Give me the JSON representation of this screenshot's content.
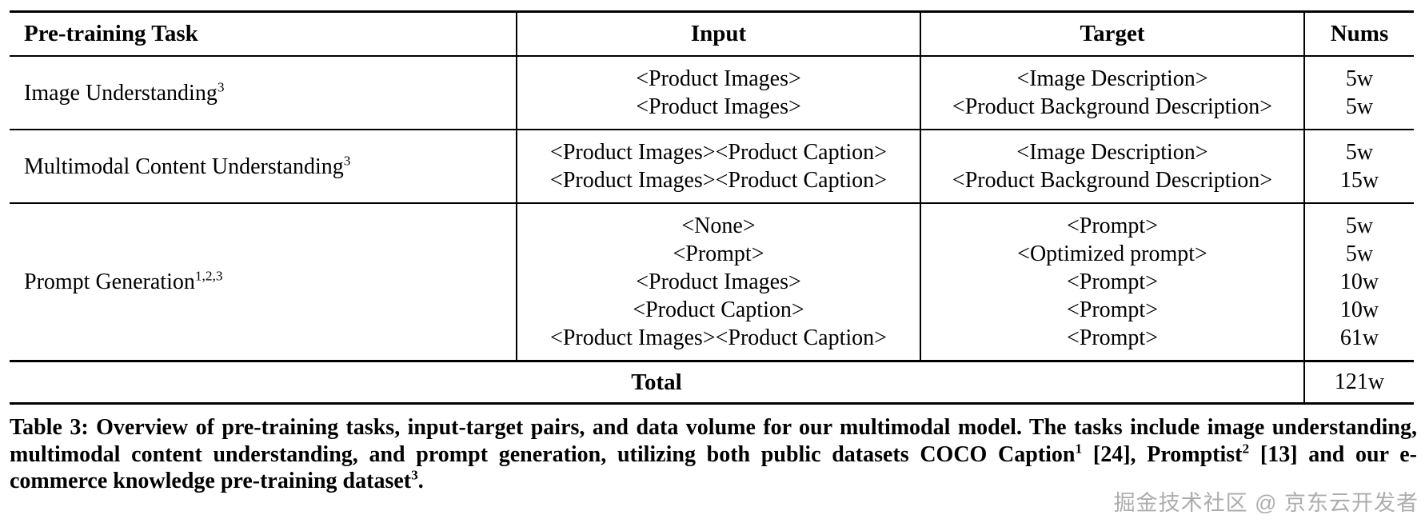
{
  "table": {
    "headers": {
      "task": "Pre-training Task",
      "input": "Input",
      "target": "Target",
      "nums": "Nums"
    },
    "groups": [
      {
        "task": "Image Understanding",
        "task_sup": "3",
        "rows": [
          {
            "input": "<Product Images>",
            "target": "<Image Description>",
            "nums": "5w"
          },
          {
            "input": "<Product Images>",
            "target": "<Product Background Description>",
            "nums": "5w"
          }
        ]
      },
      {
        "task": "Multimodal Content Understanding",
        "task_sup": "3",
        "rows": [
          {
            "input": "<Product Images><Product Caption>",
            "target": "<Image Description>",
            "nums": "5w"
          },
          {
            "input": "<Product Images><Product Caption>",
            "target": "<Product Background Description>",
            "nums": "15w"
          }
        ]
      },
      {
        "task": "Prompt Generation",
        "task_sup": "1,2,3",
        "rows": [
          {
            "input": "<None>",
            "target": "<Prompt>",
            "nums": "5w"
          },
          {
            "input": "<Prompt>",
            "target": "<Optimized prompt>",
            "nums": "5w"
          },
          {
            "input": "<Product Images>",
            "target": "<Prompt>",
            "nums": "10w"
          },
          {
            "input": "<Product Caption>",
            "target": "<Prompt>",
            "nums": "10w"
          },
          {
            "input": "<Product Images><Product Caption>",
            "target": "<Prompt>",
            "nums": "61w"
          }
        ]
      }
    ],
    "total": {
      "label": "Total",
      "nums": "121w"
    }
  },
  "caption": {
    "p0": "Table 3: Overview of pre-training tasks, input-target pairs, and data volume for our multimodal model. The tasks include image understanding, multimodal content understanding, and prompt generation, utilizing both public datasets COCO Caption",
    "s0": "1",
    "p1": " [24], Promptist",
    "s1": "2",
    "p2": " [13] and our e-commerce knowledge pre-training dataset",
    "s2": "3",
    "p3": "."
  },
  "watermark": "掘金技术社区 @ 京东云开发者"
}
